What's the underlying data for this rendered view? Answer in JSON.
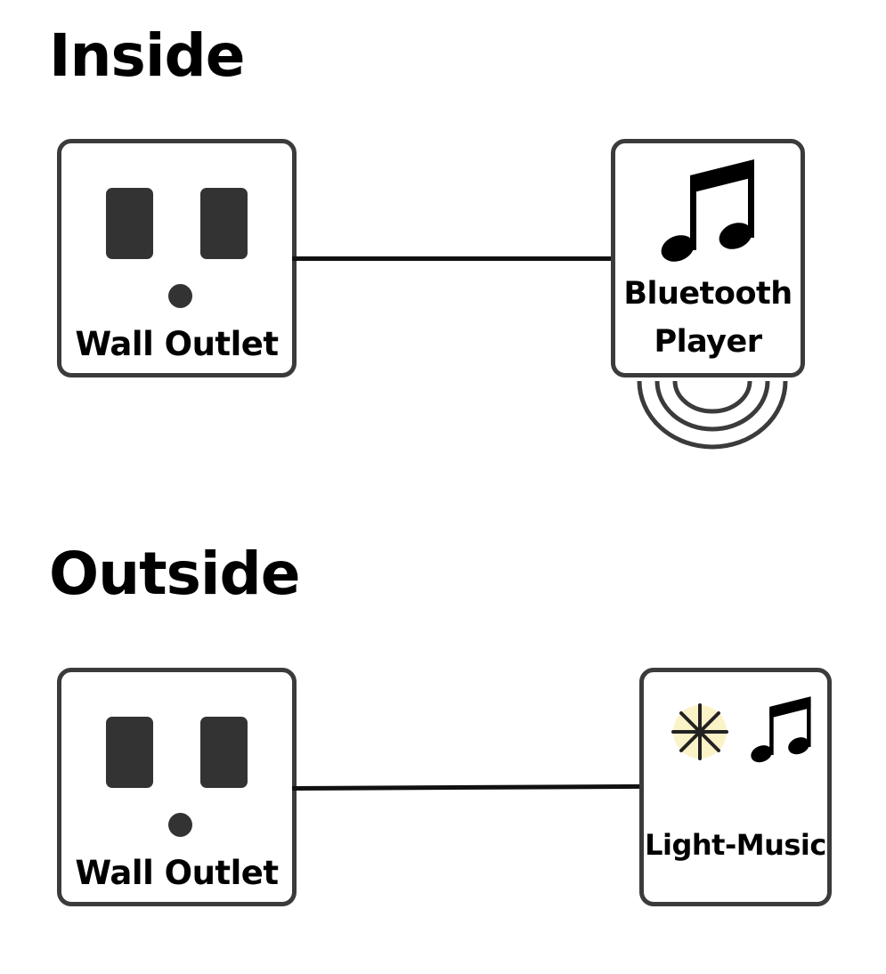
{
  "sections": {
    "inside": {
      "title": "Inside",
      "outlet_label": "Wall Outlet",
      "device_label": "Bluetooth Player",
      "device_icons": [
        "music-notes-icon",
        "sound-wave-icon"
      ]
    },
    "outside": {
      "title": "Outside",
      "outlet_label": "Wall Outlet",
      "device_label": "Light-Music",
      "device_icons": [
        "light-sparkle-icon",
        "music-notes-icon"
      ]
    }
  },
  "colors": {
    "stroke": "#3b3b3b",
    "outlet_slot": "#333333",
    "wire": "#111111",
    "light_glow": "#fbf3c8"
  }
}
